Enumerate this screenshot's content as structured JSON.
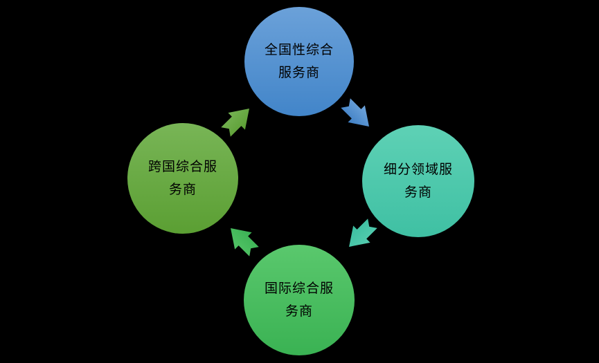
{
  "colors": {
    "background": "#000000",
    "label_text": "#000000"
  },
  "cycle": {
    "type": "cycle-diagram",
    "direction": "clockwise",
    "nodes": [
      {
        "id": "national",
        "position": "top",
        "lines": [
          "全国性综合",
          "服务商"
        ],
        "color_top": "#6BA1D9",
        "color_bottom": "#4285C9"
      },
      {
        "id": "segment",
        "position": "right",
        "lines": [
          "细分领域服",
          "务商"
        ],
        "color_top": "#5ED1B5",
        "color_bottom": "#3FC0A3"
      },
      {
        "id": "international",
        "position": "bottom",
        "lines": [
          "国际综合服",
          "务商"
        ],
        "color_top": "#5AC86D",
        "color_bottom": "#3AB253"
      },
      {
        "id": "multinational",
        "position": "left",
        "lines": [
          "跨国综合服",
          "务商"
        ],
        "color_top": "#78B556",
        "color_bottom": "#5B9F33"
      }
    ],
    "arrows": [
      {
        "from": "top",
        "to": "right",
        "color_start": "#6FA5DC",
        "color_end": "#3F7FC4"
      },
      {
        "from": "right",
        "to": "bottom",
        "color_start": "#55CDB0",
        "color_end": "#3CBEA0"
      },
      {
        "from": "bottom",
        "to": "left",
        "color_start": "#52C366",
        "color_end": "#3BB254"
      },
      {
        "from": "left",
        "to": "top",
        "color_start": "#76B354",
        "color_end": "#5C9F34"
      }
    ]
  }
}
